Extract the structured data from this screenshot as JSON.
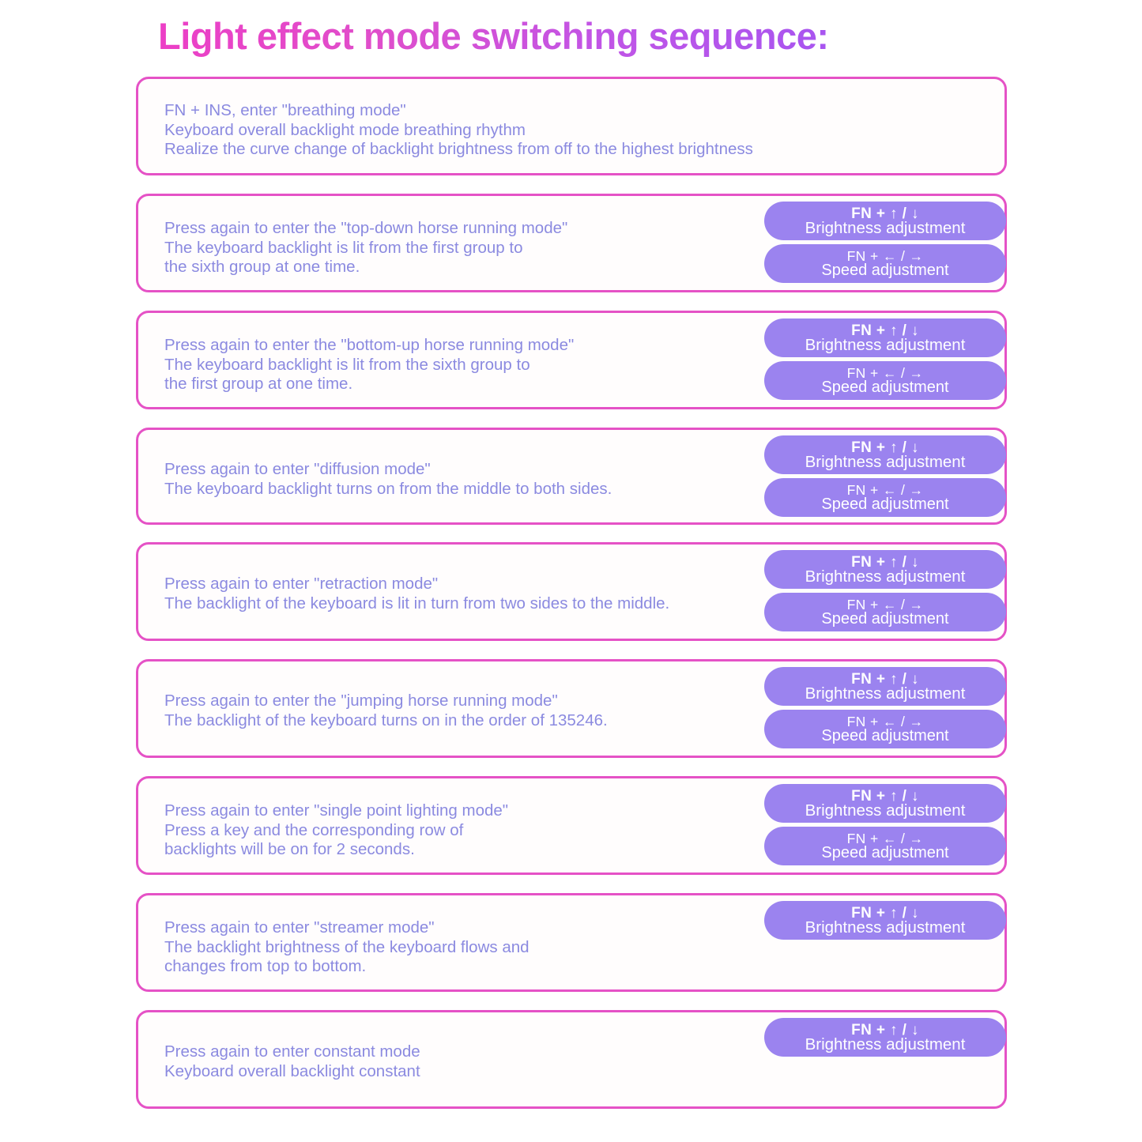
{
  "title": "Light effect mode switching sequence:",
  "theme": {
    "border_color": "#e552c6",
    "text_color": "#8b8ae0",
    "badge_bg": "#9b83ef",
    "badge_text": "#ffffff",
    "title_gradient_from": "#ec3fc6",
    "title_gradient_to": "#a855f0",
    "page_bg": "#ffffff"
  },
  "badge_labels": {
    "brightness_top": "FN + ↑ / ↓",
    "brightness_bottom": "Brightness adjustment",
    "speed_top": "FN + ← / →",
    "speed_bottom": "Speed adjustment"
  },
  "cards": [
    {
      "id": "breathing-mode",
      "lines": [
        "FN + INS, enter \"breathing mode\"",
        "Keyboard overall backlight mode breathing rhythm",
        "Realize the curve change of backlight brightness from off to the highest brightness"
      ],
      "badges": []
    },
    {
      "id": "top-down-horse-running-mode",
      "lines": [
        "Press again to enter the \"top-down horse running mode\"",
        "The keyboard backlight is lit from the first group to",
        "the sixth group at one time."
      ],
      "badges": [
        "brightness",
        "speed"
      ]
    },
    {
      "id": "bottom-up-horse-running-mode",
      "lines": [
        "Press again to enter the \"bottom-up horse running mode\"",
        "The keyboard backlight is lit from the sixth group to",
        "the first group at one time."
      ],
      "badges": [
        "brightness",
        "speed"
      ]
    },
    {
      "id": "diffusion-mode",
      "lines": [
        "Press again to enter \"diffusion mode\"",
        "The keyboard backlight turns on from the middle to both sides."
      ],
      "badges": [
        "brightness",
        "speed"
      ]
    },
    {
      "id": "retraction-mode",
      "lines": [
        "Press again to enter \"retraction mode\"",
        "The backlight of the keyboard is lit in turn from two sides to the middle."
      ],
      "badges": [
        "brightness",
        "speed"
      ]
    },
    {
      "id": "jumping-horse-running-mode",
      "lines": [
        "Press again to enter the \"jumping horse running mode\"",
        "The backlight of the keyboard turns on in the order of 135246."
      ],
      "badges": [
        "brightness",
        "speed"
      ]
    },
    {
      "id": "single-point-lighting-mode",
      "lines": [
        "Press again to enter \"single point lighting mode\"",
        "Press a key and the corresponding row of",
        "backlights will be on for 2 seconds."
      ],
      "badges": [
        "brightness",
        "speed"
      ]
    },
    {
      "id": "streamer-mode",
      "lines": [
        "Press again to enter \"streamer mode\"",
        "The backlight brightness of the keyboard flows and",
        "changes from top to bottom."
      ],
      "badges": [
        "brightness"
      ]
    },
    {
      "id": "constant-mode",
      "lines": [
        "Press again to enter constant mode",
        "Keyboard overall backlight constant"
      ],
      "badges": [
        "brightness"
      ]
    }
  ],
  "layout": {
    "card_tops": [
      97,
      245,
      393,
      541,
      686,
      834,
      982,
      1130,
      1278
    ],
    "card_heights": [
      125,
      125,
      125,
      123,
      125,
      125,
      125,
      125,
      125
    ],
    "text_tops": [
      28,
      29,
      29,
      38,
      38,
      38,
      29,
      29,
      38
    ]
  }
}
